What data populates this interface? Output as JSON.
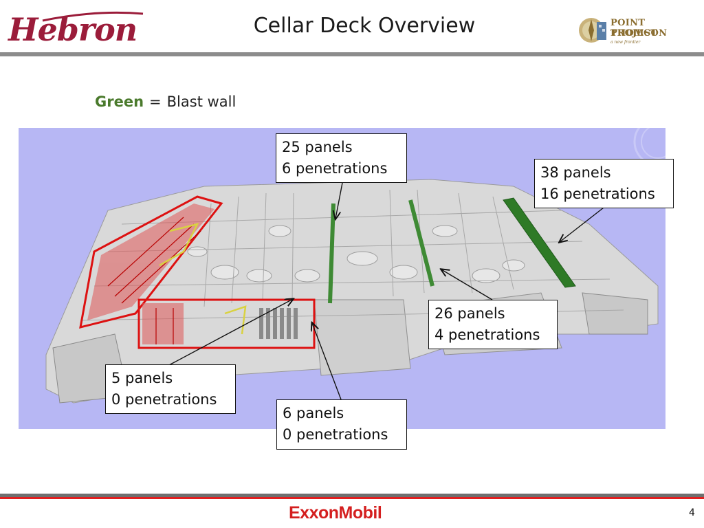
{
  "header": {
    "left_logo_text": "Hebron",
    "title": "Cellar Deck Overview",
    "right_logo": {
      "line1": "POINT THOMSON",
      "line2": "PROJECT",
      "line3": "a new frontier"
    }
  },
  "legend": {
    "color_word": "Green",
    "equals": "=",
    "meaning": "Blast wall"
  },
  "callouts": [
    {
      "line1": "25 panels",
      "line2": "6 penetrations"
    },
    {
      "line1": "38 panels",
      "line2": "16 penetrations"
    },
    {
      "line1": "26 panels",
      "line2": "4 penetrations"
    },
    {
      "line1": "5 panels",
      "line2": "0 penetrations"
    },
    {
      "line1": "6 panels",
      "line2": "0 penetrations"
    }
  ],
  "footer": {
    "brand": "ExxonMobil",
    "page_number": "4"
  },
  "colors": {
    "blast_wall": "#4a7a2c",
    "brand_red": "#d41f1f",
    "hebron": "#9b1c3a",
    "scene_bg": "#b7b7f4"
  }
}
